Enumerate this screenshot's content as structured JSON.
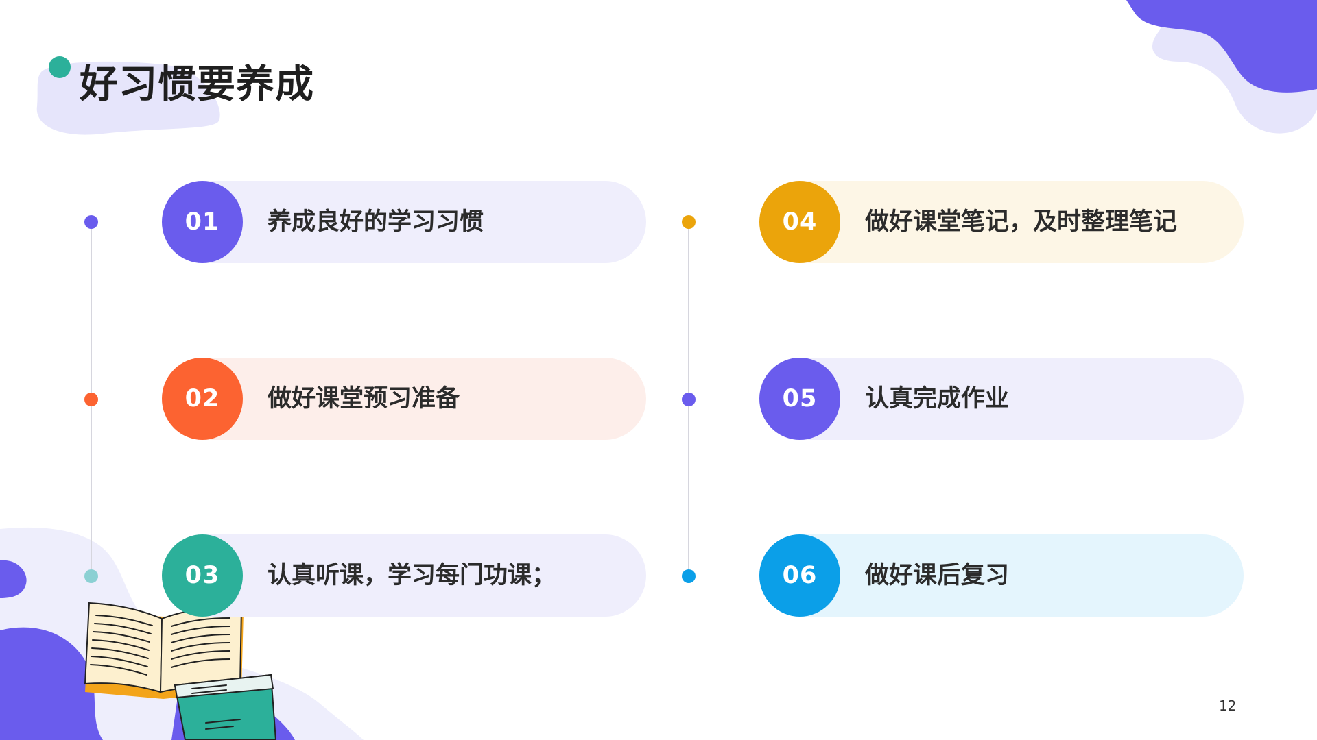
{
  "slide": {
    "title": "好习惯要养成",
    "page_number": "12"
  },
  "colors": {
    "purple": "#6a5ced",
    "orange": "#fc6331",
    "teal": "#2cb09a",
    "amber": "#eba40b",
    "blue": "#0b9fe8",
    "title_blob": "#e6e5fb"
  },
  "items": [
    {
      "num": "01",
      "label": "养成良好的学习习惯",
      "color": "#6a5ced",
      "bg": "#efeefc",
      "dot": "#6a5ced"
    },
    {
      "num": "02",
      "label": "做好课堂预习准备",
      "color": "#fc6331",
      "bg": "#fdeeea",
      "dot": "#fc6331"
    },
    {
      "num": "03",
      "label": "认真听课，学习每门功课；",
      "color": "#2cb09a",
      "bg": "#efeefc",
      "dot": "#8bd0d3"
    },
    {
      "num": "04",
      "label": "做好课堂笔记，及时整理笔记",
      "color": "#eba40b",
      "bg": "#fdf6e6",
      "dot": "#eba40b"
    },
    {
      "num": "05",
      "label": "认真完成作业",
      "color": "#6a5ced",
      "bg": "#efeefc",
      "dot": "#6a5ced"
    },
    {
      "num": "06",
      "label": "做好课后复习",
      "color": "#0b9fe8",
      "bg": "#e4f5fd",
      "dot": "#0b9fe8"
    }
  ]
}
